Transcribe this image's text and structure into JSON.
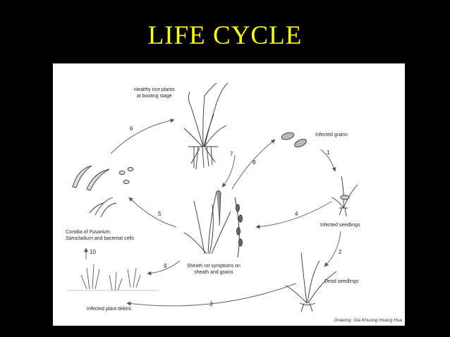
{
  "title": "LIFE CYCLE",
  "labels": {
    "healthy_plants_1": "Healthy rice plants",
    "healthy_plants_2": "at booting stage",
    "infected_grains": "Infected grains",
    "infected_seedlings": "Infected seedlings",
    "dead_seedlings": "Dead seedlings",
    "sheath_rot_1": "Sheath rot symptoms on",
    "sheath_rot_2": "sheath and grains",
    "conidia_1_pre": "Conidia of ",
    "conidia_1_it": "Fusarium,",
    "conidia_2_it": "Sarocladium",
    "conidia_2_post": " and bacterial cells",
    "debris": "Infected plant debris"
  },
  "steps": [
    "1",
    "2",
    "3",
    "4",
    "5",
    "6",
    "7",
    "8",
    "9",
    "10"
  ],
  "credit": "Drawing: Gia Khuong Hoang Hua",
  "colors": {
    "title": "#ffff00",
    "background": "#000000",
    "panel": "#ffffff",
    "ink": "#222222"
  }
}
